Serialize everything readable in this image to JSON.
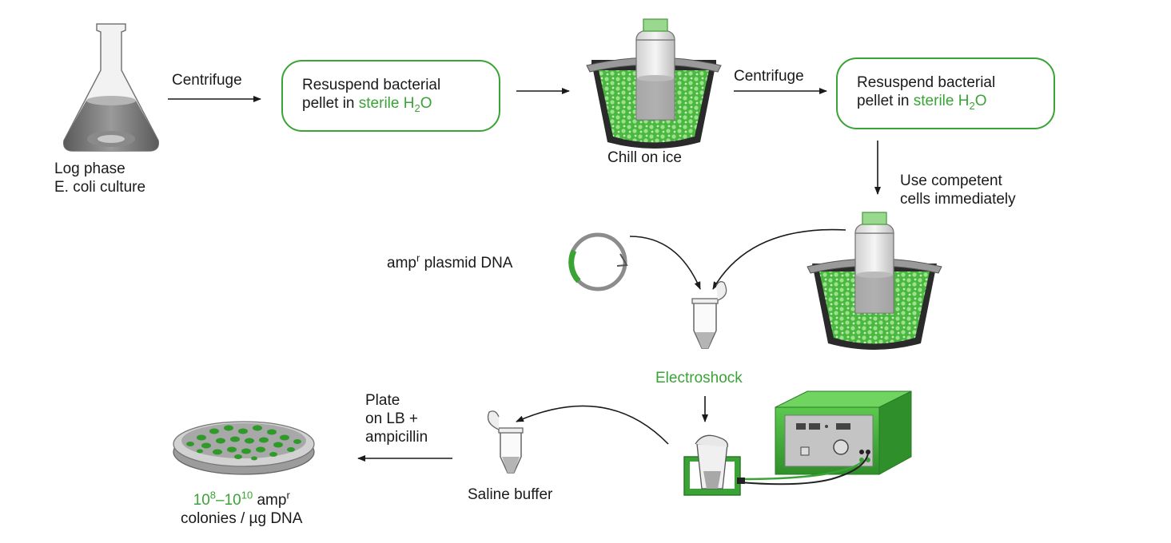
{
  "colors": {
    "accent": "#3aa336",
    "text": "#1a1a1a",
    "gray": "#8c8c8c"
  },
  "icons": [
    "erlenmeyer-flask-icon",
    "ice-bucket-icon",
    "centrifuge-bottle-icon",
    "plasmid-icon",
    "microcentrifuge-tube-icon",
    "electroporation-cuvette-icon",
    "electroporator-icon",
    "petri-dish-icon"
  ],
  "steps": {
    "culture_line1": "Log phase",
    "culture_line2": "E. coli culture",
    "centrifuge1": "Centrifuge",
    "resuspend1_line1": "Resuspend bacterial",
    "resuspend1_line2a": "pellet in",
    "resuspend1_green_a": "sterile H",
    "resuspend1_sub": "2",
    "resuspend1_green_b": "O",
    "chill": "Chill on ice",
    "centrifuge2": "Centrifuge",
    "resuspend2_line1": "Resuspend bacterial",
    "resuspend2_line2a": "pellet in",
    "resuspend2_green_a": "sterile H",
    "resuspend2_sub": "2",
    "resuspend2_green_b": "O",
    "use_line1": "Use competent",
    "use_line2": "cells immediately",
    "plasmid_a": "amp",
    "plasmid_sup": "r",
    "plasmid_b": "plasmid DNA",
    "electroshock": "Electroshock",
    "saline": "Saline buffer",
    "plate_line1": "Plate",
    "plate_line2": "on LB +",
    "plate_line3": "ampicillin",
    "colonies_a": "10",
    "colonies_sup1": "8",
    "colonies_dash": "–10",
    "colonies_sup2": "10",
    "colonies_b": "amp",
    "colonies_sup3": "r",
    "colonies_line2": "colonies / µg DNA"
  }
}
